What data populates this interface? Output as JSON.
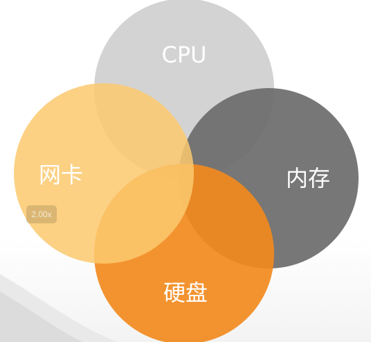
{
  "diagram": {
    "circles": [
      {
        "id": "cpu",
        "label": "CPU",
        "color": "#cfcfcf"
      },
      {
        "id": "memory",
        "label": "内存",
        "color": "#6b6b6b"
      },
      {
        "id": "disk",
        "label": "硬盘",
        "color": "#f28a1e"
      },
      {
        "id": "nic",
        "label": "网卡",
        "color": "#fcc96e"
      }
    ]
  },
  "zoom": {
    "label": "2.00x"
  }
}
